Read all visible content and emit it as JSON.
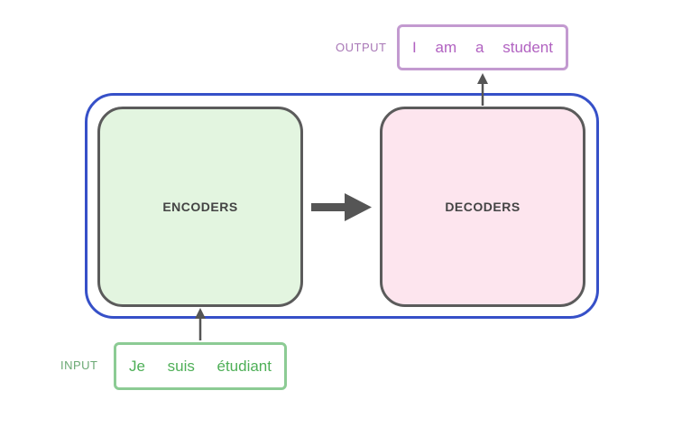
{
  "input": {
    "label": "INPUT",
    "tokens": [
      "Je",
      "suis",
      "étudiant"
    ]
  },
  "output": {
    "label": "OUTPUT",
    "tokens": [
      "I",
      "am",
      "a",
      "student"
    ]
  },
  "blocks": {
    "encoders": "ENCODERS",
    "decoders": "DECODERS"
  },
  "colors": {
    "container_border": "#3650c8",
    "encoders_fill": "#e3f5e0",
    "decoders_fill": "#fde5ee",
    "block_border": "#5b5b5b",
    "input_text": "#4eaf57",
    "input_border": "#8ccb94",
    "output_text": "#b162c1",
    "output_border": "#c39ad0",
    "arrow": "#555555"
  }
}
